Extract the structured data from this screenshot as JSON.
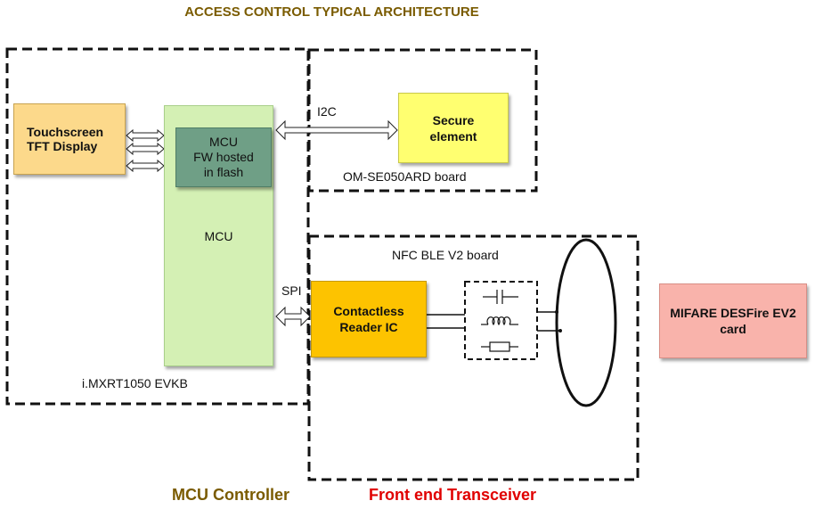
{
  "title": "ACCESS CONTROL TYPICAL ARCHITECTURE",
  "colors": {
    "title": "#7a5b00",
    "mcu_controller_caption": "#7a5b00",
    "front_end_caption": "#e00000",
    "touchscreen_fill": "#fcd98b",
    "mcu_fill": "#d4f0b4",
    "fw_block_fill": "#6f9f86",
    "secure_element_fill": "#ffff70",
    "reader_ic_fill": "#fdc300",
    "mifare_card_fill": "#f9b3ab"
  },
  "boards": {
    "evkb": "i.MXRT1050 EVKB",
    "se_board": "OM-SE050ARD board",
    "nfc_board": "NFC BLE V2 board"
  },
  "blocks": {
    "touchscreen_line1": "Touchscreen",
    "touchscreen_line2": "TFT Display",
    "fw_line1": "MCU",
    "fw_line2": "FW hosted",
    "fw_line3": "in flash",
    "mcu": "MCU",
    "secure_line1": "Secure",
    "secure_line2": "element",
    "reader_line1": "Contactless",
    "reader_line2": "Reader IC",
    "card_line1": "MIFARE DESFire EV2",
    "card_line2": "card"
  },
  "interfaces": {
    "i2c": "I2C",
    "spi": "SPI"
  },
  "captions": {
    "mcu_controller": "MCU Controller",
    "front_end": "Front end Transceiver"
  }
}
